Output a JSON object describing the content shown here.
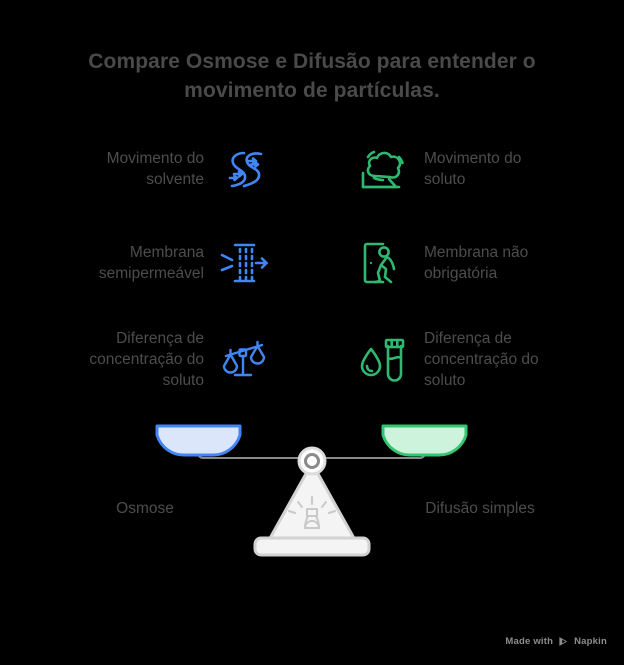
{
  "title": "Compare Osmose e Difusão para entender o movimento de partículas.",
  "colors": {
    "background": "#000000",
    "text": "#4d4d4d",
    "title_text": "#4a4a4a",
    "left_accent": "#4285f4",
    "right_accent": "#2eb872",
    "pan_left_fill": "#dce6fb",
    "pan_left_stroke": "#4285f4",
    "pan_right_fill": "#cdf3dd",
    "pan_right_stroke": "#35c46f",
    "stand_fill": "#f2f2f2",
    "stand_stroke": "#cfcfcf",
    "beam_stroke": "#8a8a8a",
    "watermark": "#8d8d8d"
  },
  "columns": {
    "left": {
      "name": "Osmose",
      "accent": "#4285f4",
      "items": [
        {
          "label": "Movimento do\nsolvente",
          "icon": "stream-flow-icon"
        },
        {
          "label": "Membrana\nsemipermeável",
          "icon": "semipermeable-membrane-icon"
        },
        {
          "label": "Diferença de\nconcentração do\nsoluto",
          "icon": "balance-scales-icon"
        }
      ]
    },
    "right": {
      "name": "Difusão simples",
      "accent": "#2eb872",
      "items": [
        {
          "label": "Movimento do\nsoluto",
          "icon": "smoke-diffusion-icon"
        },
        {
          "label": "Membrana não\nobrigatória",
          "icon": "open-door-walking-icon"
        },
        {
          "label": "Diferença de\nconcentração do\nsoluto",
          "icon": "droplet-test-tube-icon"
        }
      ]
    }
  },
  "scale": {
    "left_pan_label": "Osmose",
    "right_pan_label": "Difusão simples"
  },
  "watermark": {
    "prefix": "Made with",
    "brand": "Napkin"
  }
}
